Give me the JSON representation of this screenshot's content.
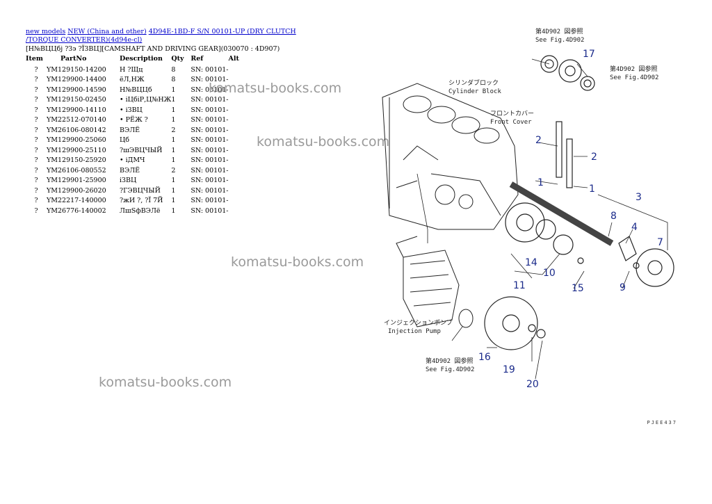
{
  "breadcrumb": {
    "link1": "new models",
    "link2": "NEW (China and other)",
    "link3": "4D94E-1BD-F S/N 00101-UP (DRY CLUTCH /TORQUE CONVERTER)(4d94e-cl)"
  },
  "section_title": "[H№ВЦЦбј ?Зэ ?ЇЗВЦ][CAMSHAFT AND DRIVING GEAR](030070 : 4D907)",
  "table": {
    "headers": {
      "item": "Item",
      "partno": "PartNo",
      "description": "Description",
      "qty": "Qty",
      "ref": "Ref",
      "alt": "Alt"
    },
    "rows": [
      {
        "item": "?",
        "partno": "YM129150-14200",
        "description": "Н ?Щц",
        "qty": "8",
        "ref": "SN: 00101-"
      },
      {
        "item": "?",
        "partno": "YM129900-14400",
        "description": "ёЛ,НЖ",
        "qty": "8",
        "ref": "SN: 00101-"
      },
      {
        "item": "?",
        "partno": "YM129900-14590",
        "description": "Н№ВЦЦб",
        "qty": "1",
        "ref": "SN: 00101-"
      },
      {
        "item": "?",
        "partno": "YM129150-02450",
        "description": "• іЦбіР,Ц№НЖ",
        "qty": "1",
        "ref": "SN: 00101-"
      },
      {
        "item": "?",
        "partno": "YM129900-14110",
        "description": "• іЗВЦ",
        "qty": "1",
        "ref": "SN: 00101-"
      },
      {
        "item": "?",
        "partno": "YM22512-070140",
        "description": "• РЁЖ ?",
        "qty": "1",
        "ref": "SN: 00101-"
      },
      {
        "item": "?",
        "partno": "YM26106-080142",
        "description": "ВЭЛЁ",
        "qty": "2",
        "ref": "SN: 00101-"
      },
      {
        "item": "?",
        "partno": "YM129900-25060",
        "description": "Цб",
        "qty": "1",
        "ref": "SN: 00101-"
      },
      {
        "item": "?",
        "partno": "YM129900-25110",
        "description": "?шЭВЦЧЫЙ",
        "qty": "1",
        "ref": "SN: 00101-"
      },
      {
        "item": "?",
        "partno": "YM129150-25920",
        "description": "• іДМЧ",
        "qty": "1",
        "ref": "SN: 00101-"
      },
      {
        "item": "?",
        "partno": "YM26106-080552",
        "description": "ВЭЛЁ",
        "qty": "2",
        "ref": "SN: 00101-"
      },
      {
        "item": "?",
        "partno": "YM129901-25900",
        "description": "іЗВЦ",
        "qty": "1",
        "ref": "SN: 00101-"
      },
      {
        "item": "?",
        "partno": "YM129900-26020",
        "description": "?ГЭВЦЧЫЙ",
        "qty": "1",
        "ref": "SN: 00101-"
      },
      {
        "item": "?",
        "partno": "YM22217-140000",
        "description": "?жИ ?, ?Ї 7Й",
        "qty": "1",
        "ref": "SN: 00101-"
      },
      {
        "item": "?",
        "partno": "YM26776-140002",
        "description": "ЛшЅфВЭЛё",
        "qty": "1",
        "ref": "SN: 00101-"
      }
    ]
  },
  "watermarks": [
    "komatsu-books.com",
    "komatsu-books.com",
    "komatsu-books.com",
    "komatsu-books.com"
  ],
  "diagram": {
    "notes": {
      "top": "第4D902 図参照",
      "top_en": "See Fig.4D902",
      "right": "第4D902 図参照",
      "right_en": "See Fig.4D902",
      "cyl_jp": "シリンダブロック",
      "cyl_en": "Cylinder Block",
      "front_jp": "フロントカバー",
      "front_en": "Front Cover",
      "inj_jp": "インジェクションポンプ",
      "inj_en": "Injection Pump",
      "bottom": "第4D902 図参照",
      "bottom_en": "See Fig.4D902"
    },
    "labels": [
      "17",
      "2",
      "2",
      "1",
      "1",
      "3",
      "8",
      "4",
      "7",
      "14",
      "10",
      "11",
      "15",
      "9",
      "16",
      "19",
      "20"
    ]
  },
  "corner_code": "PJEE437",
  "colors": {
    "link": "#0000cc",
    "label": "#1a2a8a",
    "watermark": "#9a9a9a"
  }
}
